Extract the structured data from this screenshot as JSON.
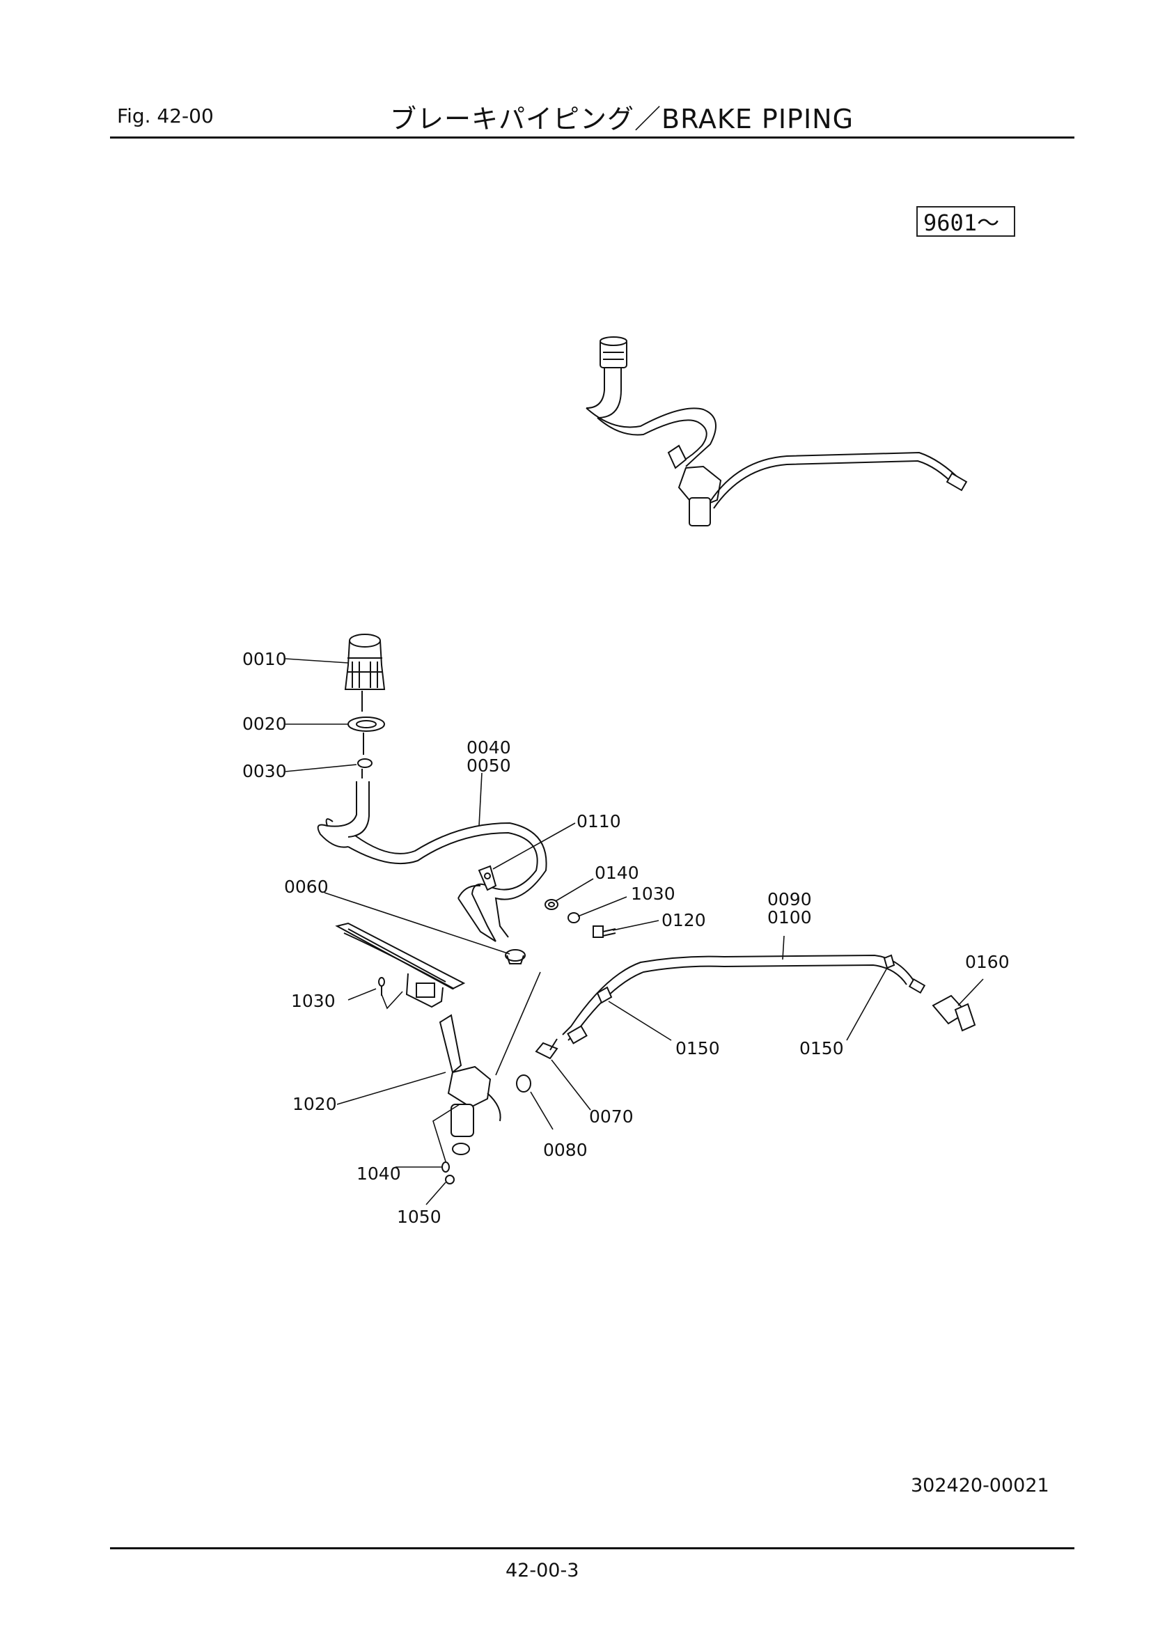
{
  "header": {
    "fig_label": "Fig.  42-00",
    "title": "ブレーキパイピング／BRAKE  PIPING"
  },
  "serial_range": "9601～",
  "callouts": [
    {
      "id": "c0010",
      "text": "0010"
    },
    {
      "id": "c0020",
      "text": "0020"
    },
    {
      "id": "c0030",
      "text": "0030"
    },
    {
      "id": "c0040",
      "text": "0040"
    },
    {
      "id": "c0050",
      "text": "0050"
    },
    {
      "id": "c0110",
      "text": "0110"
    },
    {
      "id": "c0140",
      "text": "0140"
    },
    {
      "id": "c1030a",
      "text": "1030"
    },
    {
      "id": "c0120",
      "text": "0120"
    },
    {
      "id": "c0090",
      "text": "0090"
    },
    {
      "id": "c0100",
      "text": "0100"
    },
    {
      "id": "c0060",
      "text": "0060"
    },
    {
      "id": "c0160",
      "text": "0160"
    },
    {
      "id": "c1030b",
      "text": "1030"
    },
    {
      "id": "c0150a",
      "text": "0150"
    },
    {
      "id": "c0150b",
      "text": "0150"
    },
    {
      "id": "c0070",
      "text": "0070"
    },
    {
      "id": "c1020",
      "text": "1020"
    },
    {
      "id": "c0080",
      "text": "0080"
    },
    {
      "id": "c1040",
      "text": "1040"
    },
    {
      "id": "c1050",
      "text": "1050"
    }
  ],
  "footer": {
    "doc_number": "302420-00021",
    "page_number": "42-00-3"
  }
}
